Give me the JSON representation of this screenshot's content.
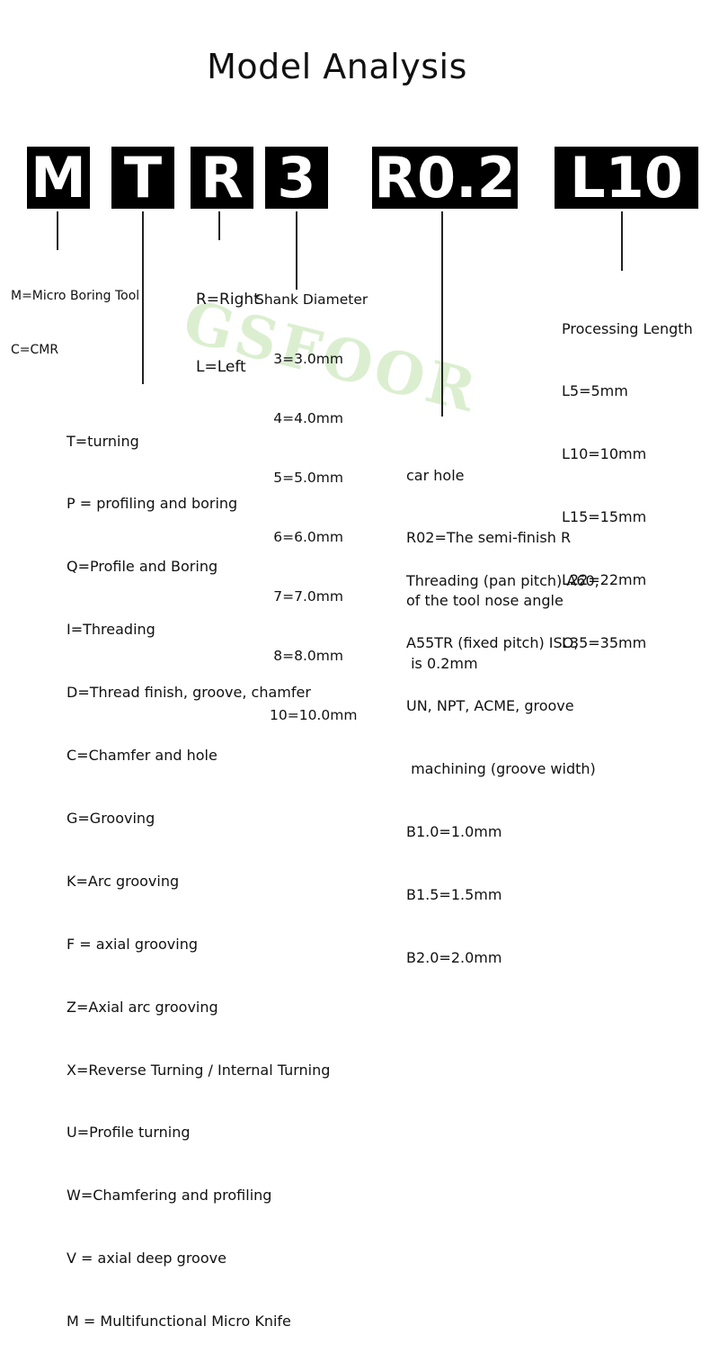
{
  "title": "Model Analysis",
  "codes": [
    "M",
    "T",
    "R",
    "3",
    "R0.2",
    "L10"
  ],
  "watermark": "GSFOOR",
  "m_desc": [
    "M=Micro Boring Tool",
    "C=CMR"
  ],
  "r_desc": [
    "R=Right",
    "L=Left"
  ],
  "shank": {
    "heading": "Shank Diameter",
    "items": [
      "3=3.0mm",
      "4=4.0mm",
      "5=5.0mm",
      "6=6.0mm",
      "7=7.0mm",
      "8=8.0mm",
      "10=10.0mm"
    ]
  },
  "length": {
    "heading": "Processing Length",
    "items": [
      "L5=5mm",
      "L10=10mm",
      "L15=15mm",
      "L22=22mm",
      "L35=35mm"
    ]
  },
  "t_desc": [
    "T=turning",
    "P = profiling and boring",
    "Q=Profile and Boring",
    "I=Threading",
    "D=Thread finish, groove, chamfer",
    "C=Chamfer and hole",
    "G=Grooving",
    "K=Arc grooving",
    "F = axial grooving",
    "Z=Axial arc grooving",
    "X=Reverse Turning / Internal Turning",
    "U=Profile turning",
    "W=Chamfering and profiling",
    "V = axial deep groove",
    "M = Multifunctional Micro Knife"
  ],
  "nose_desc": [
    "car hole",
    "R02=The semi-finish R",
    "of the tool nose angle",
    " is 0.2mm"
  ],
  "thread_desc": [
    "Threading (pan pitch) A60,",
    "A55TR (fixed pitch) ISO,",
    "UN, NPT, ACME, groove",
    " machining (groove width)",
    "B1.0=1.0mm",
    "B1.5=1.5mm",
    "B2.0=2.0mm"
  ]
}
